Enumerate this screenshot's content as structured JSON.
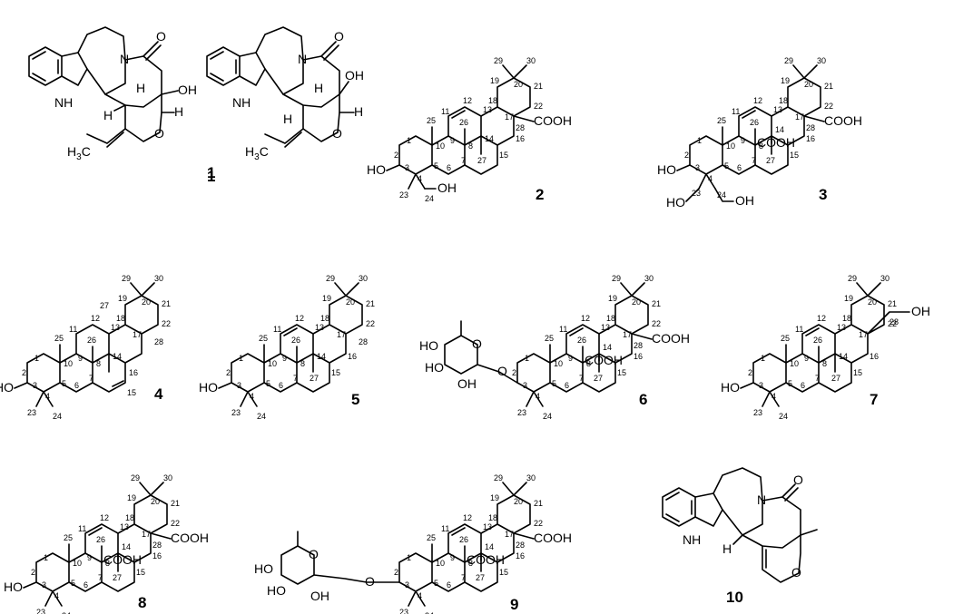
{
  "compounds": [
    {
      "label": "1"
    },
    {
      "label": "2"
    },
    {
      "label": "3"
    },
    {
      "label": "4"
    },
    {
      "label": "5"
    },
    {
      "label": "6"
    },
    {
      "label": "7"
    },
    {
      "label": "8"
    },
    {
      "label": "9"
    },
    {
      "label": "10"
    }
  ],
  "groups": {
    "nh": "NH",
    "n": "N",
    "o": "O",
    "oh": "OH",
    "ho": "HO",
    "h": "H",
    "h3c": "H",
    "h3c_sub": "3",
    "h3c_tail": "C",
    "cooh": "COOH"
  },
  "locants": {
    "c1": "1",
    "c2": "2",
    "c3": "3",
    "c4": "4",
    "c5": "5",
    "c6": "6",
    "c7": "7",
    "c8": "8",
    "c9": "9",
    "c10": "10",
    "c11": "11",
    "c12": "12",
    "c13": "13",
    "c14": "14",
    "c15": "15",
    "c16": "16",
    "c17": "17",
    "c18": "18",
    "c19": "19",
    "c20": "20",
    "c21": "21",
    "c22": "22",
    "c23": "23",
    "c24": "24",
    "c25": "25",
    "c26": "26",
    "c27": "27",
    "c28": "28",
    "c29": "29",
    "c30": "30"
  }
}
